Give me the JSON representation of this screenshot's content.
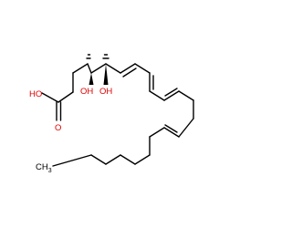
{
  "molecule": {
    "atom_labels": {
      "carboxyl_oh": "HO",
      "carbonyl_o": "O",
      "hydroxyl_5": "OH",
      "hydroxyl_6": "OH",
      "terminal_methyl": "CH",
      "terminal_methyl_sub": "3"
    },
    "colors": {
      "bond": "#000000",
      "heteroatom": "#e00000",
      "background": "#ffffff"
    }
  }
}
